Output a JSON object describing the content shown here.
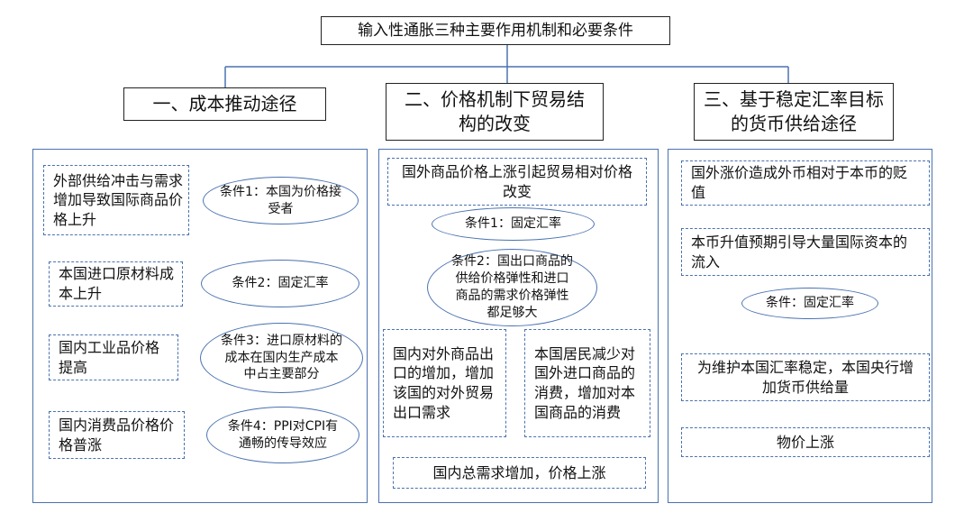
{
  "title": "输入性通胀三种主要作用机制和必要条件",
  "columns": [
    {
      "heading": "一、成本推动途径",
      "steps": [
        "外部供给冲击与需求增加导致国际商品价格上升",
        "本国进口原材料成本上升",
        "国内工业品价格提高",
        "国内消费品价格价格普涨"
      ],
      "conditions": [
        "条件1：本国为价格接受者",
        "条件2：固定汇率",
        "条件3：进口原材料的成本在国内生产成本中占主要部分",
        "条件4：PPI对CPI有通畅的传导效应"
      ]
    },
    {
      "heading": "二、价格机制下贸易结构的改变",
      "top": "国外商品价格上涨引起贸易相对价格改变",
      "conditions": [
        "条件1：固定汇率",
        "条件2：国出口商品的供给价格弹性和进口商品的需求价格弹性都足够大"
      ],
      "left_result": "国内对外商品出口的增加，增加该国的对外贸易出口需求",
      "right_result": "本国居民减少对国外进口商品的消费，增加对本国商品的消费",
      "bottom": "国内总需求增加，价格上涨"
    },
    {
      "heading": "三、基于稳定汇率目标的货币供给途径",
      "steps": [
        "国外涨价造成外币相对于本币的贬值",
        "本币升值预期引导大量国际资本的流入",
        "为维护本国汇率稳定，本国央行增加货币供给量",
        "物价上涨"
      ],
      "condition": "条件：固定汇率"
    }
  ],
  "colors": {
    "line": "#4a72b0",
    "border": "#222222"
  }
}
